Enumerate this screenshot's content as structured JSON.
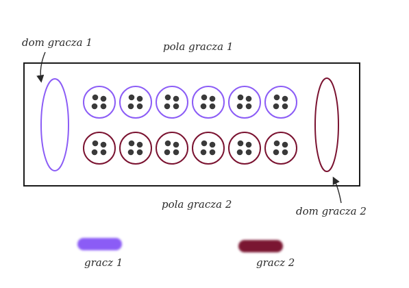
{
  "labels": {
    "home_p1": "dom gracza 1",
    "pits_p1": "pola gracza 1",
    "pits_p2": "pola gracza 2",
    "home_p2": "dom gracza 2"
  },
  "legend": [
    {
      "label": "gracz 1",
      "color": "#8b5cf6"
    },
    {
      "label": "gracz 2",
      "color": "#7a1230"
    }
  ],
  "board": {
    "pits_per_row": 6,
    "seeds_per_pit": 4,
    "player1_color": "#8b5cf6",
    "player2_color": "#7a1230",
    "seed_color": "#3a3a3a"
  }
}
